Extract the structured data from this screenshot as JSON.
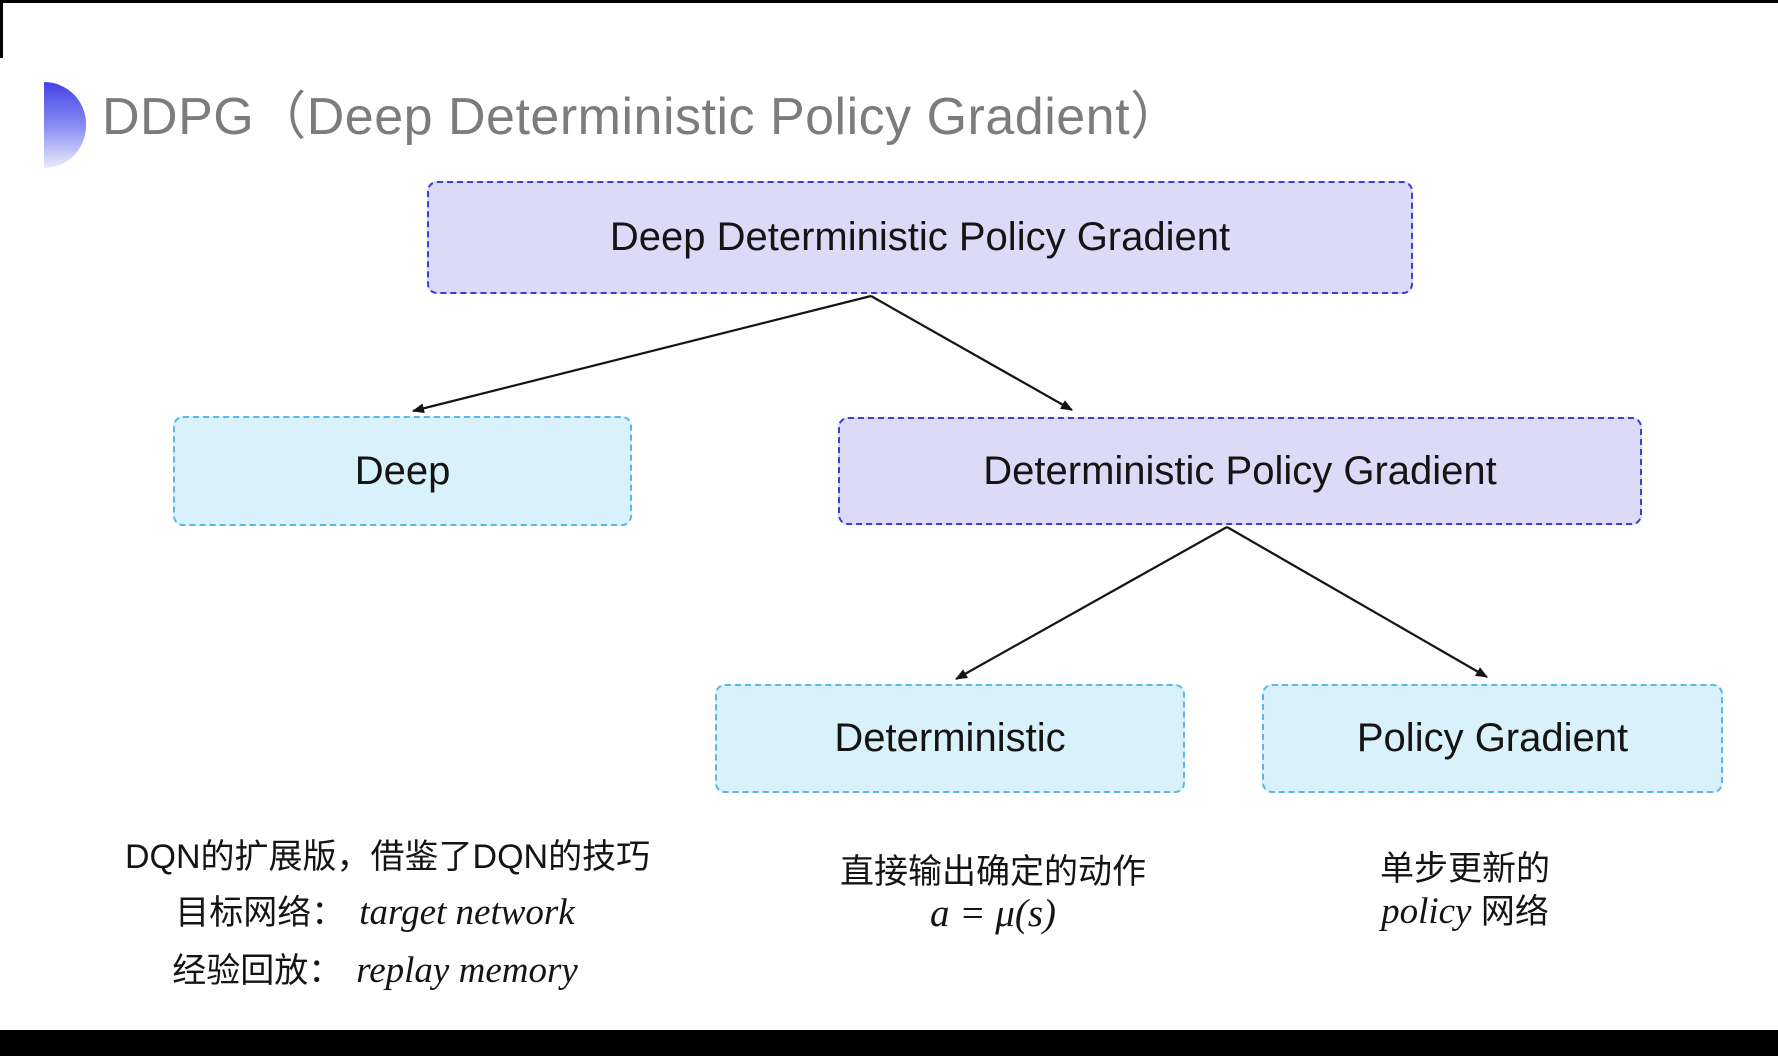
{
  "colors": {
    "page-bg": "#ffffff",
    "edge-black": "#000000",
    "title-gray": "#7c7c7c",
    "bullet-blue-top": "#4343e5",
    "bullet-blue-mid": "#8b8ef2",
    "bullet-blue-bottom": "#e9edfc",
    "purple-fill": "#dcdaf7",
    "purple-border": "#3d3dd8",
    "cyan-fill": "#d9f1fb",
    "cyan-border": "#5fb6e6",
    "text-black": "#141414",
    "arrow-black": "#141414"
  },
  "title": {
    "text": "DDPG（Deep Deterministic Policy Gradient）"
  },
  "tree": {
    "root": {
      "label": "Deep Deterministic Policy Gradient"
    },
    "level1": [
      {
        "label": "Deep"
      },
      {
        "label": "Deterministic Policy Gradient"
      }
    ],
    "level2": [
      {
        "label": "Deterministic"
      },
      {
        "label": "Policy Gradient"
      }
    ]
  },
  "notes": {
    "deep": {
      "line1": "DQN的扩展版，借鉴了DQN的技巧",
      "line2_label": "目标网络：",
      "line2_value": "target network",
      "line3_label": "经验回放：",
      "line3_value": "replay memory"
    },
    "deterministic": {
      "line1": "直接输出确定的动作",
      "formula": "a = μ(s)"
    },
    "policy_gradient": {
      "line1": "单步更新的",
      "line2_italic": "policy",
      "line2_rest": " 网络"
    }
  }
}
